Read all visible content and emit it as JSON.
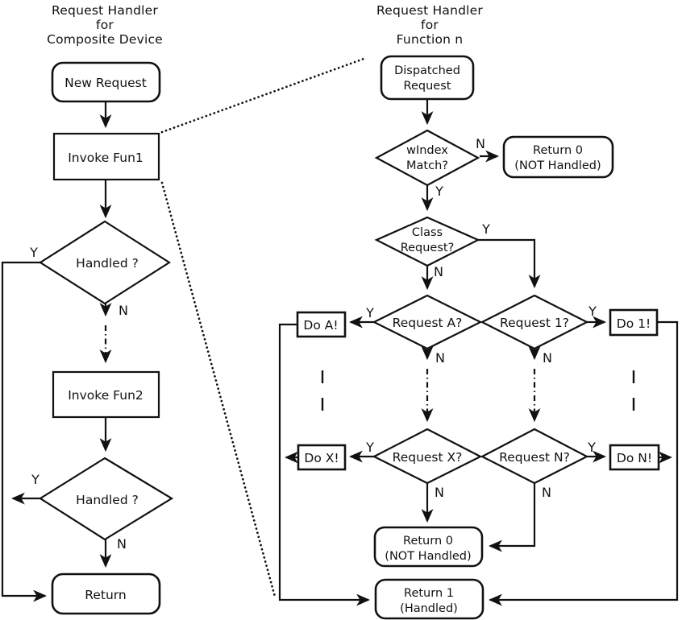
{
  "colors": {
    "stroke": "#111111",
    "text": "#111111",
    "background": "#ffffff"
  },
  "left": {
    "title_lines": [
      "Request Handler",
      "for",
      "Composite Device"
    ],
    "nodes": {
      "new_request": "New Request",
      "invoke_fun1": "Invoke Fun1",
      "handled_1": "Handled ?",
      "invoke_fun2": "Invoke Fun2",
      "handled_2": "Handled ?",
      "return": "Return"
    },
    "branch_labels": {
      "handled_1_yes": "Y",
      "handled_1_no": "N",
      "handled_2_yes": "Y",
      "handled_2_no": "N"
    }
  },
  "right": {
    "title_lines": [
      "Request Handler",
      "for",
      "Function n"
    ],
    "nodes": {
      "dispatched_request": [
        "Dispatched",
        "Request"
      ],
      "windex_match": [
        "wIndex",
        "Match?"
      ],
      "return_0_top": [
        "Return 0",
        "(NOT Handled)"
      ],
      "class_request": [
        "Class",
        "Request?"
      ],
      "request_a": "Request A?",
      "request_1": "Request 1?",
      "do_a": "Do A!",
      "do_1": "Do 1!",
      "request_x": "Request X?",
      "request_n": "Request N?",
      "do_x": "Do X!",
      "do_n": "Do N!",
      "return_0_bottom": [
        "Return 0",
        "(NOT Handled)"
      ],
      "return_1": [
        "Return 1",
        "(Handled)"
      ]
    },
    "branch_labels": {
      "windex_no": "N",
      "windex_yes": "Y",
      "class_yes": "Y",
      "class_no": "N",
      "request_a_yes": "Y",
      "request_a_no": "N",
      "request_1_yes": "Y",
      "request_1_no": "N",
      "request_x_yes": "Y",
      "request_x_no": "N",
      "request_n_yes": "Y",
      "request_n_no": "N"
    }
  }
}
